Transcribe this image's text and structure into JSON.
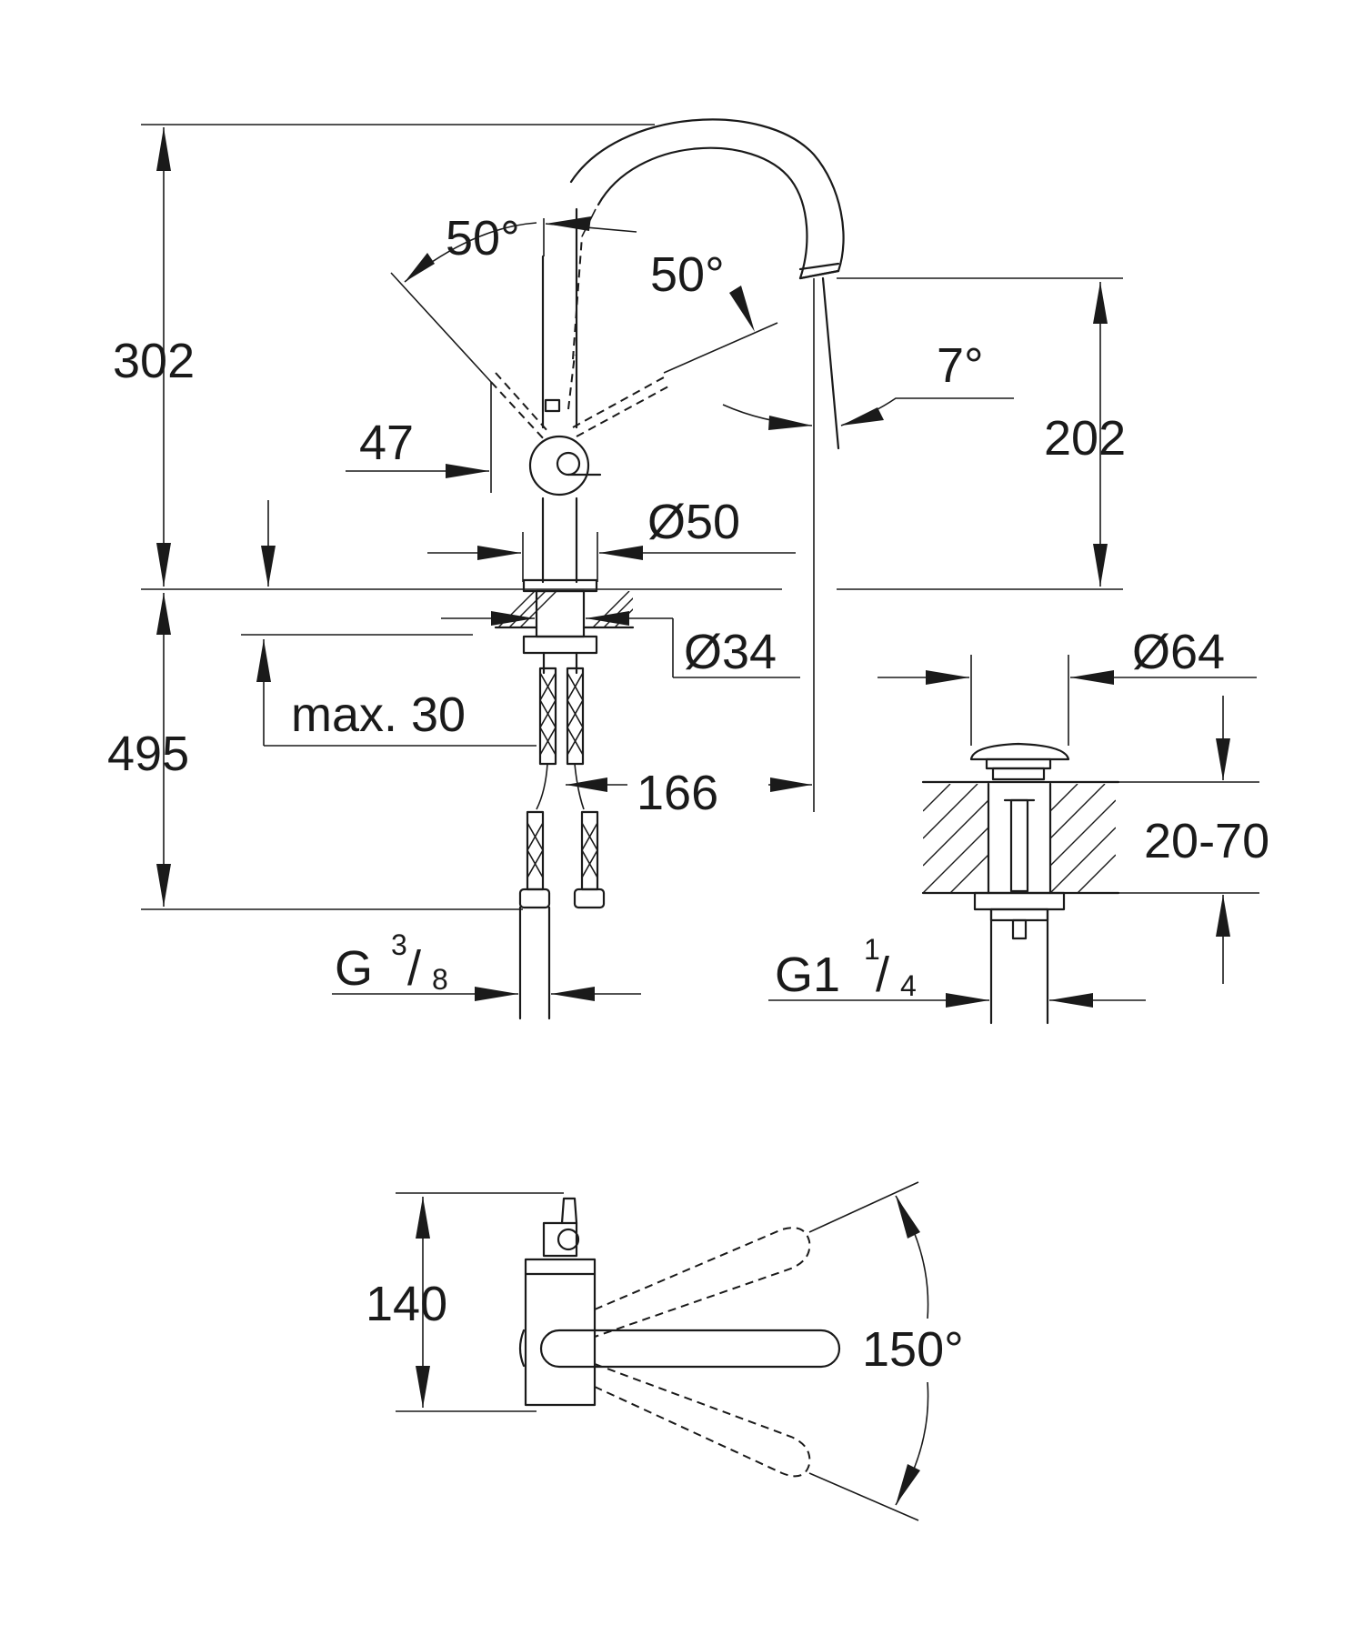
{
  "dimensions": {
    "total_height": "302",
    "angle_left": "50°",
    "angle_right": "50°",
    "spout_tilt": "7°",
    "spout_height": "202",
    "lever_offset": "47",
    "body_diameter": "Ø50",
    "hole_diameter": "Ø34",
    "hose_length": "495",
    "max_deck": "max. 30",
    "spout_reach": "166",
    "inlet_thread_main": "G",
    "inlet_thread_frac_num": "3",
    "inlet_thread_frac_den": "8",
    "plug_diameter": "Ø64",
    "basin_thickness": "20-70",
    "waste_thread_main": "G1",
    "waste_thread_frac_num": "1",
    "waste_thread_frac_den": "4",
    "plan_depth": "140",
    "swivel_angle": "150°"
  },
  "colors": {
    "line": "#1a1a1a",
    "background": "#ffffff"
  }
}
